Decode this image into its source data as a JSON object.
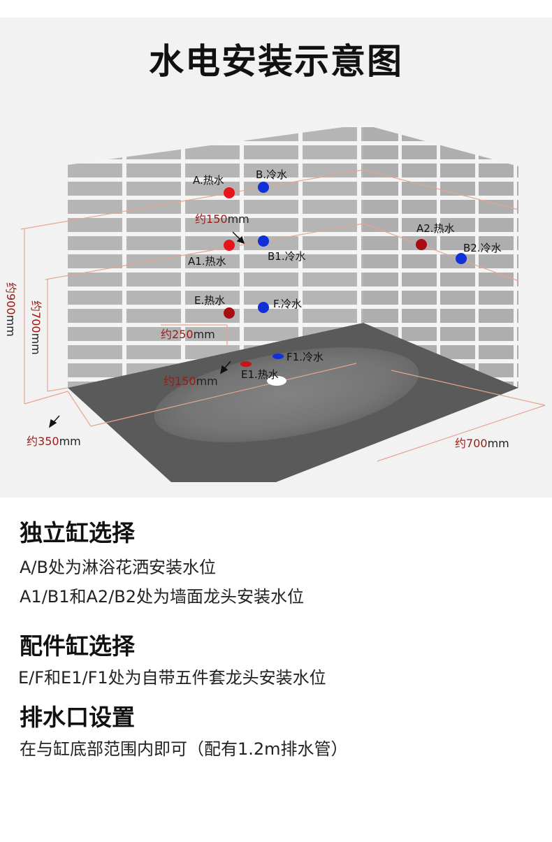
{
  "title": "水电安装示意图",
  "colors": {
    "hot": "#e8141b",
    "hot_dark": "#a80c10",
    "cold": "#1130d8",
    "annotation": "#9a1b14",
    "guide_line": "#e6a58e",
    "floor": "#595959",
    "wall_tile": "#b3b3b3",
    "wall_grout": "#f4f4f4"
  },
  "points": {
    "a": "A.热水",
    "b": "B.冷水",
    "a1": "A1.热水",
    "b1": "B1.冷水",
    "a2": "A2.热水",
    "b2": "B2.冷水",
    "e": "E.热水",
    "f": "F.冷水",
    "e1": "E1.热水",
    "f1": "F1.冷水"
  },
  "dims": {
    "prefix": "约",
    "h900": "900",
    "h700": "700",
    "s150_wall": "150",
    "s250": "250",
    "s150_floor": "150",
    "d350": "350",
    "d700": "700",
    "unit": "mm"
  },
  "sections": {
    "standalone": {
      "heading": "独立缸选择",
      "lines": [
        "A/B处为淋浴花洒安装水位",
        "A1/B1和A2/B2处为墙面龙头安装水位"
      ]
    },
    "accessory": {
      "heading": "配件缸选择",
      "lines": [
        "E/F和E1/F1处为自带五件套龙头安装水位"
      ]
    },
    "drain": {
      "heading": "排水口设置",
      "lines": [
        "在与缸底部范围内即可（配有1.2m排水管）"
      ]
    }
  }
}
